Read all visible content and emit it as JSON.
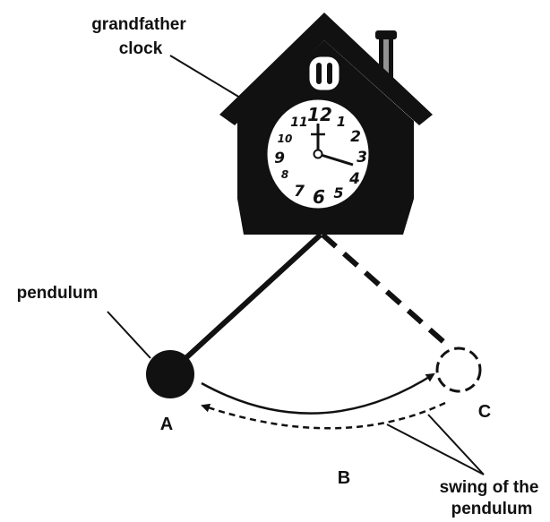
{
  "labels": {
    "clock_line1": "grandfather",
    "clock_line2": "clock",
    "pendulum": "pendulum",
    "point_a": "A",
    "point_b": "B",
    "point_c": "C",
    "swing_line1": "swing of the",
    "swing_line2": "pendulum"
  },
  "clock_face": {
    "numerals": [
      "12",
      "1",
      "2",
      "3",
      "4",
      "5",
      "6",
      "7",
      "8",
      "9",
      "10",
      "11"
    ]
  },
  "colors": {
    "ink": "#111111",
    "background": "#ffffff"
  }
}
